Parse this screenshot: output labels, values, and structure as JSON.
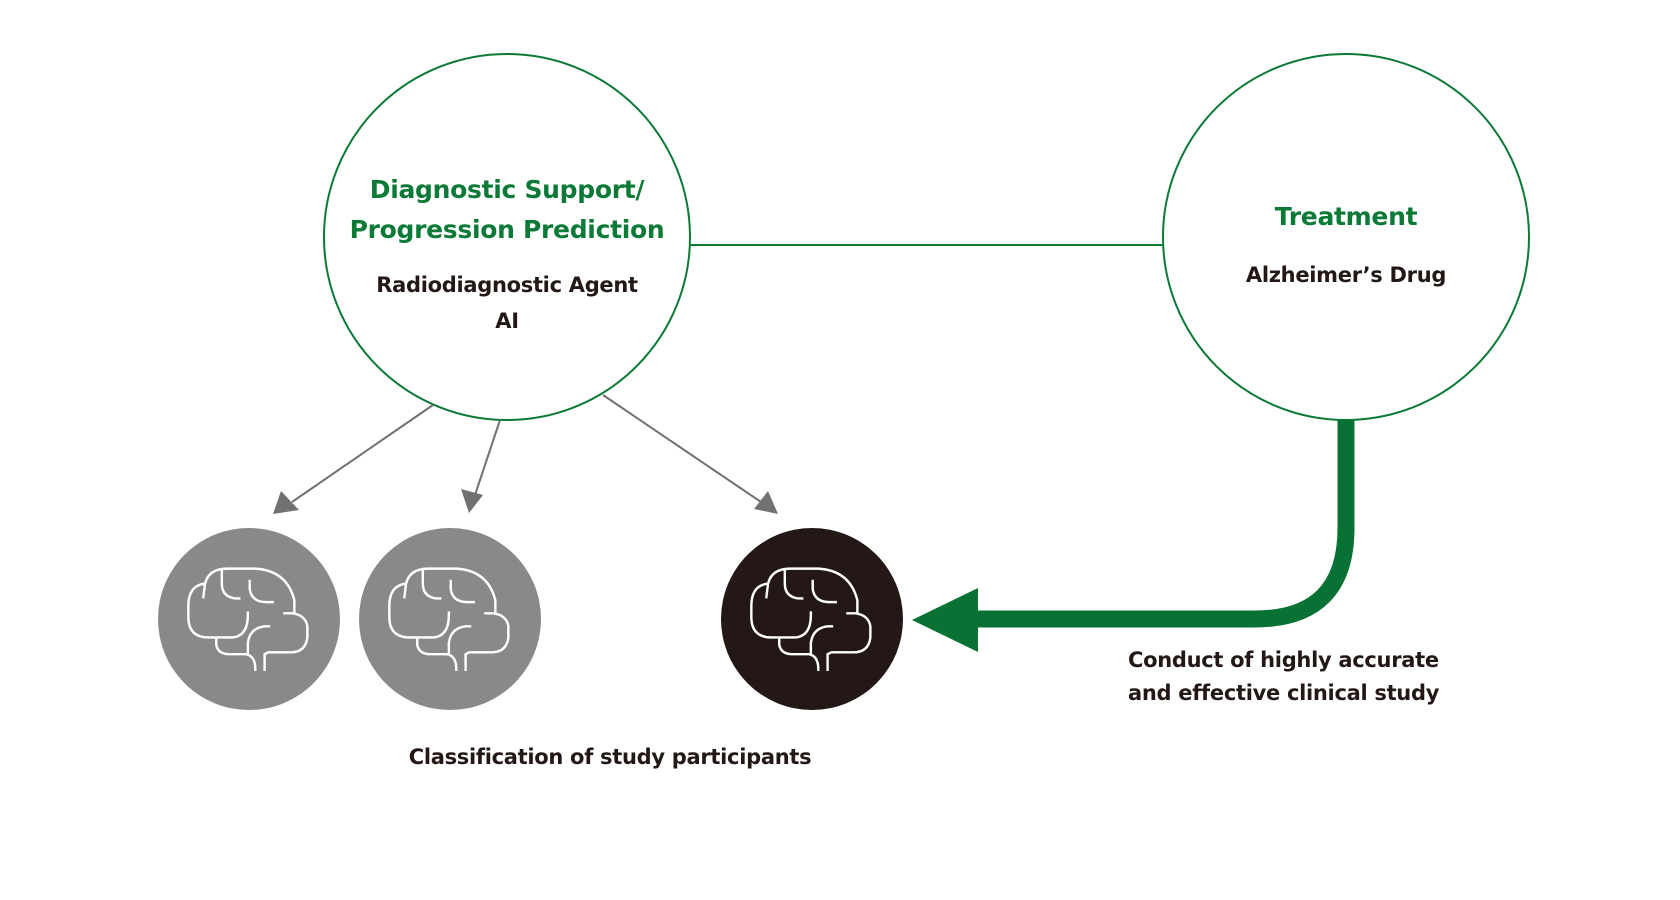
{
  "diagram": {
    "left_node": {
      "title_lines": [
        "Diagnostic Support/",
        "Progression Prediction"
      ],
      "subtitle_lines": [
        "Radiodiagnostic Agent",
        "AI"
      ]
    },
    "right_node": {
      "title": "Treatment",
      "subtitle": "Alzheimer’s Drug"
    },
    "participants": [
      {
        "icon": "brain-icon",
        "state": "gray"
      },
      {
        "icon": "brain-icon",
        "state": "gray"
      },
      {
        "icon": "brain-icon",
        "state": "black"
      }
    ],
    "classification_label": "Classification of study participants",
    "clinical_label_lines": [
      "Conduct of highly accurate",
      "and effective clinical study"
    ],
    "colors": {
      "accent_green": "#0b7a37",
      "arrow_green": "#077233",
      "gray_circle": "#898989",
      "black_circle": "#231815",
      "gray_arrow": "#717171",
      "text_dark": "#231815"
    }
  }
}
